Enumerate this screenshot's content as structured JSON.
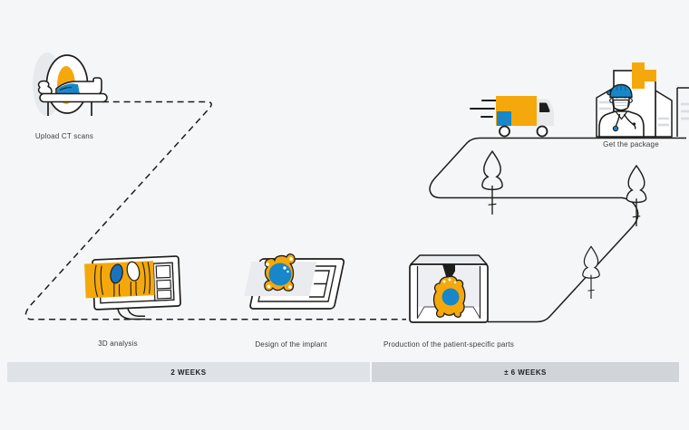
{
  "diagram": {
    "description": "Patient-specific implant workflow infographic",
    "steps": [
      {
        "id": "upload",
        "label": "Upload CT scans"
      },
      {
        "id": "analysis",
        "label": "3D analysis"
      },
      {
        "id": "design",
        "label": "Design of the implant"
      },
      {
        "id": "production",
        "label": "Production of the patient-specific parts"
      },
      {
        "id": "package",
        "label": "Get the package"
      }
    ],
    "timeline": {
      "phase1": "2 WEEKS",
      "phase2": "± 6 WEEKS"
    },
    "icons": [
      "ct-scanner-icon",
      "monitor-3d-analysis-icon",
      "tablet-implant-design-icon",
      "3d-printer-icon",
      "delivery-truck-icon",
      "hospital-icon",
      "doctor-icon",
      "tree-icon"
    ],
    "colors": {
      "background": "#f5f6f8",
      "accent_orange": "#f5a80b",
      "accent_blue": "#1787c9",
      "outline": "#1d1d1b",
      "bar_left": "#dfe3e8",
      "bar_right": "#d1d5da",
      "light_gray_fill": "#e8ebee"
    }
  }
}
